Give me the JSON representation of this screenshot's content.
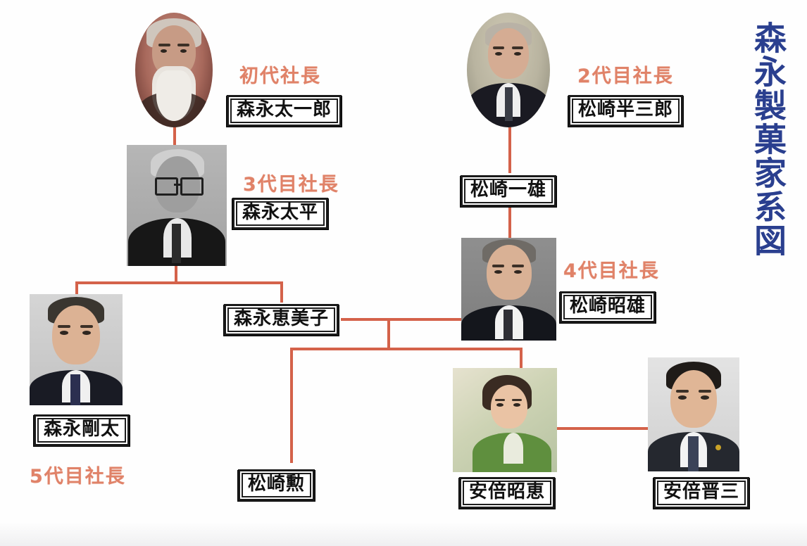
{
  "heading": {
    "vertical_title": "森永製菓家系図",
    "color": "#2a3f8f"
  },
  "palette": {
    "connector": "#d4624a",
    "rank_text": "#e08268",
    "plate_border": "#111111",
    "background": "#ffffff"
  },
  "people": [
    {
      "id": "morinaga-taichiro",
      "name": "森永太一郎",
      "rank": "初代社長",
      "photo_shape": "oval",
      "generation": 1
    },
    {
      "id": "matsuzaki-hanzaburo",
      "name": "松崎半三郎",
      "rank": "2代目社長",
      "photo_shape": "oval",
      "generation": 1
    },
    {
      "id": "morinaga-tahei",
      "name": "森永太平",
      "rank": "3代目社長",
      "photo_shape": "rect",
      "generation": 2
    },
    {
      "id": "matsuzaki-kazuo",
      "name": "松崎一雄",
      "rank": "",
      "photo_shape": "none",
      "generation": 2
    },
    {
      "id": "matsuzaki-akio",
      "name": "松崎昭雄",
      "rank": "4代目社長",
      "photo_shape": "rect",
      "generation": 3
    },
    {
      "id": "morinaga-emiko",
      "name": "森永恵美子",
      "rank": "",
      "photo_shape": "none",
      "generation": 3
    },
    {
      "id": "morinaga-gota",
      "name": "森永剛太",
      "rank": "5代目社長",
      "photo_shape": "rect",
      "generation": 3
    },
    {
      "id": "matsuzaki-isao",
      "name": "松崎勲",
      "rank": "",
      "photo_shape": "none",
      "generation": 4
    },
    {
      "id": "abe-akie",
      "name": "安倍昭恵",
      "rank": "",
      "photo_shape": "rect",
      "generation": 4
    },
    {
      "id": "abe-shinzo",
      "name": "安倍晋三",
      "rank": "",
      "photo_shape": "rect",
      "generation": 4
    }
  ],
  "relations": [
    {
      "type": "parent-child",
      "from": "morinaga-taichiro",
      "to": "morinaga-tahei"
    },
    {
      "type": "parent-child",
      "from": "matsuzaki-hanzaburo",
      "to": "matsuzaki-kazuo"
    },
    {
      "type": "parent-child",
      "from": "matsuzaki-kazuo",
      "to": "matsuzaki-akio"
    },
    {
      "type": "parent-child",
      "from": "morinaga-tahei",
      "to": "morinaga-gota"
    },
    {
      "type": "parent-child",
      "from": "morinaga-tahei",
      "to": "morinaga-emiko"
    },
    {
      "type": "marriage",
      "from": "morinaga-emiko",
      "to": "matsuzaki-akio"
    },
    {
      "type": "parent-child",
      "from": "matsuzaki-akio",
      "to": "matsuzaki-isao"
    },
    {
      "type": "parent-child",
      "from": "matsuzaki-akio",
      "to": "abe-akie"
    },
    {
      "type": "marriage",
      "from": "abe-akie",
      "to": "abe-shinzo"
    }
  ]
}
